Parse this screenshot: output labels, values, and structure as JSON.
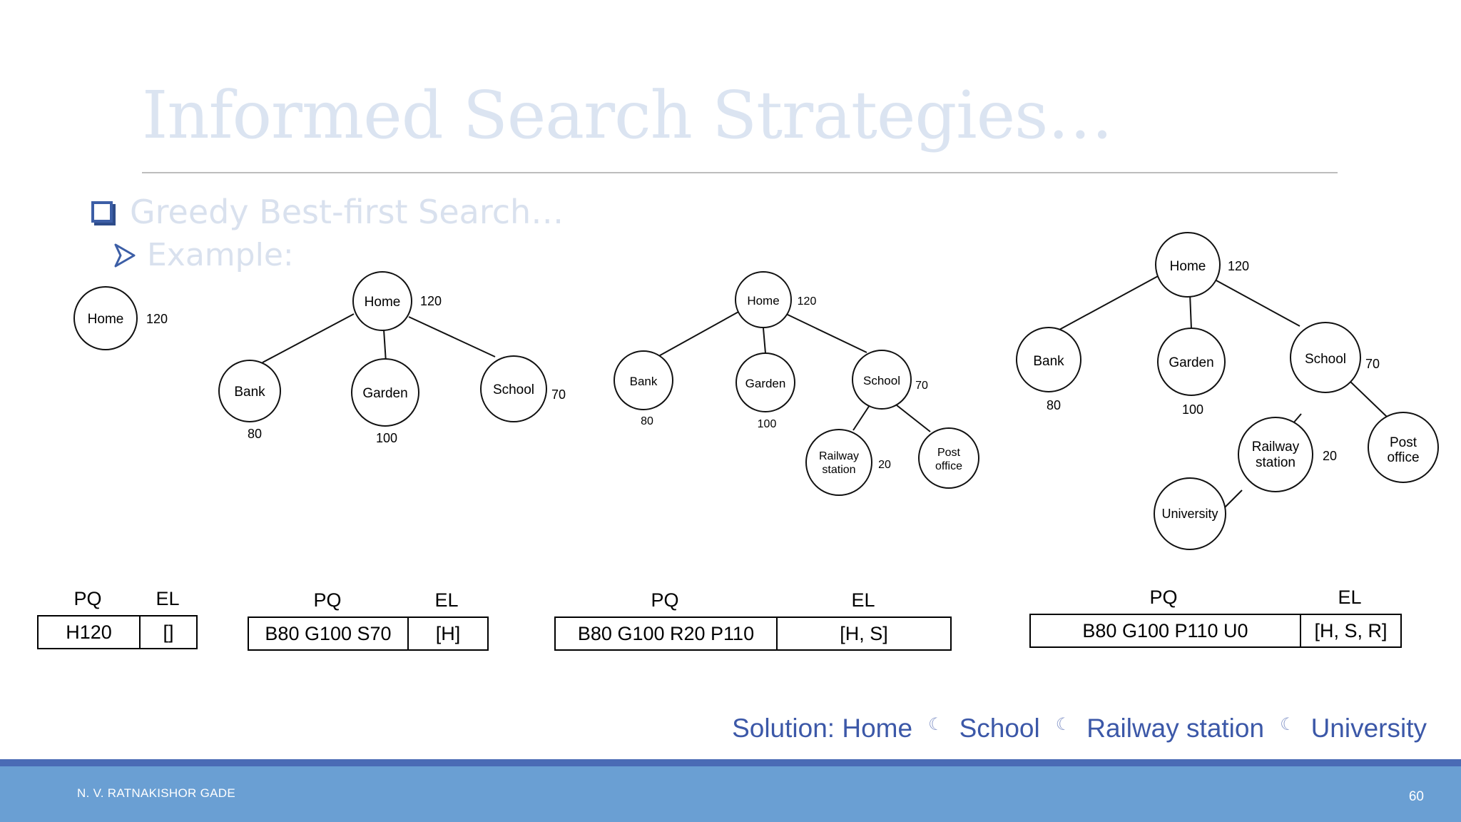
{
  "title": "Informed Search Strategies…",
  "bullet1": "Greedy Best-first Search…",
  "bullet2": "Example:",
  "nodes": {
    "home": "Home",
    "bank": "Bank",
    "garden": "Garden",
    "school": "School",
    "railway_1": "Railway",
    "railway_2": "station",
    "post_1": "Post",
    "post_2": "office",
    "university": "University"
  },
  "heuristics": {
    "home": "120",
    "bank": "80",
    "garden": "100",
    "school": "70",
    "railway": "20"
  },
  "tables": [
    {
      "pq_header": "PQ",
      "el_header": "EL",
      "pq": "H120",
      "el": "[]"
    },
    {
      "pq_header": "PQ",
      "el_header": "EL",
      "pq": "B80 G100 S70",
      "el": "[H]"
    },
    {
      "pq_header": "PQ",
      "el_header": "EL",
      "pq": "B80 G100 R20 P110",
      "el": "[H, S]"
    },
    {
      "pq_header": "PQ",
      "el_header": "EL",
      "pq": "B80 G100 P110 U0",
      "el": "[H, S, R]"
    }
  ],
  "solution": {
    "prefix": "Solution: Home",
    "sep": "☾",
    "s1": "School",
    "s2": "Railway station",
    "s3": "University"
  },
  "footer": {
    "author": "N. V. RATNAKISHOR GADE",
    "page": "60"
  },
  "colors": {
    "accent": "#3c58a8",
    "footer": "#6a9fd3",
    "footer_strip": "#4a6bb5",
    "title": "#dbe4f1"
  }
}
